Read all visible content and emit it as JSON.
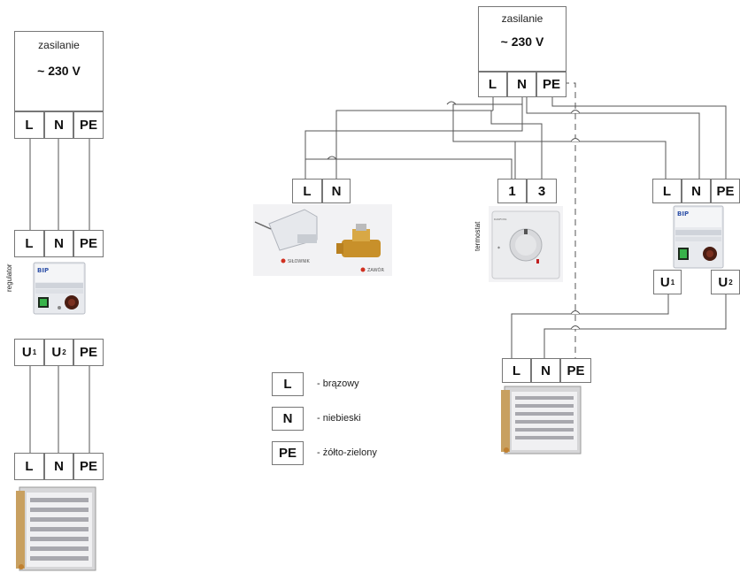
{
  "left_diagram": {
    "supply_title": "zasilanie",
    "supply_voltage": "~ 230 V",
    "supply_terminals": [
      "L",
      "N",
      "PE"
    ],
    "regulator_in_terminals": [
      "L",
      "N",
      "PE"
    ],
    "regulator_label": "regulator",
    "regulator_out_terminals": [
      {
        "main": "U",
        "sub": "1"
      },
      {
        "main": "U",
        "sub": "2"
      },
      {
        "main": "PE",
        "sub": ""
      }
    ],
    "heater_terminals": [
      "L",
      "N",
      "PE"
    ]
  },
  "right_diagram": {
    "supply_title": "zasilanie",
    "supply_voltage": "~ 230 V",
    "supply_terminals": [
      "L",
      "N",
      "PE"
    ],
    "actuator_terminals": [
      "L",
      "N"
    ],
    "actuator_label": "SIŁOWNIK",
    "valve_label": "ZAWÓR",
    "thermostat_terminals": [
      "1",
      "3"
    ],
    "thermostat_label": "termostat",
    "regulator_in_terminals": [
      "L",
      "N",
      "PE"
    ],
    "regulator_out_terminals": [
      {
        "main": "U",
        "sub": "1"
      },
      {
        "main": "U",
        "sub": "2"
      }
    ],
    "heater_terminals": [
      "L",
      "N",
      "PE"
    ]
  },
  "legend": [
    {
      "symbol": "L",
      "text": "- brązowy"
    },
    {
      "symbol": "N",
      "text": "- niebieski"
    },
    {
      "symbol": "PE",
      "text": "- żółto-zielony"
    }
  ]
}
